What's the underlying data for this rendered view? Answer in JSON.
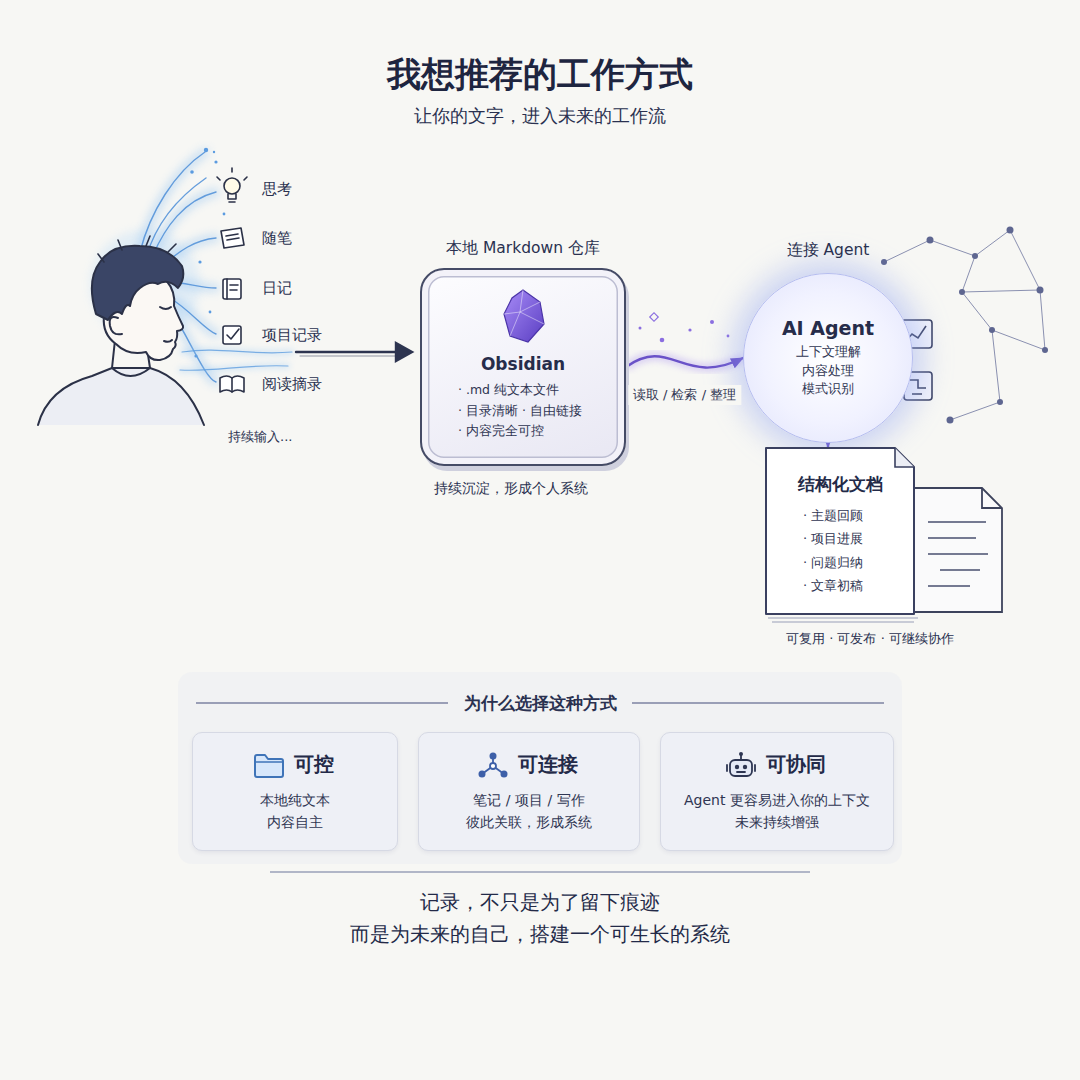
{
  "diagram": {
    "title": "我想推荐的工作方式",
    "caption": "记录，不只是为了留下痕迹 而是为未来的自己，搭建一个可生长的系统",
    "nodes": [
      {
        "text": [
          "本地 Markdown 仓库",
          "Obsidian",
          "· .md 纯文本文件",
          "· 目录清晰 · 自由链接",
          "· 内容完全可控"
        ]
      },
      {
        "text": [
          "连接 Agent",
          "AI Agent",
          "上下文理解",
          "内容处理",
          "模式识别"
        ]
      },
      {
        "text": [
          "结构化文档",
          "· 主题回顾",
          "· 项目进展",
          "· 问题归纳",
          "· 文章初稿"
        ]
      },
      {
        "text": [
          "可控",
          "本地纯文本 内容自主"
        ]
      },
      {
        "text": [
          "可连接",
          "笔记 / 项目 / 写作 彼此关联，形成系统"
        ]
      },
      {
        "text": [
          "可协同",
          "Agent 更容易进入你的上下文 未来持续增强"
        ]
      }
    ],
    "edges": [
      {
        "from": 0,
        "to": 1,
        "label": "读取 / 检索 / 整理",
        "arrow": "to"
      },
      {
        "from": 1,
        "to": 2,
        "arrow": "to"
      }
    ],
    "labels": [
      "让你的文字，进入未来的工作流",
      "思考",
      "随笔",
      "日记",
      "项目记录",
      "阅读摘录",
      "持续输入...",
      "持续沉淀，形成个人系统",
      "可复用 · 可发布 · 可继续协作",
      "为什么选择这种方式"
    ]
  }
}
